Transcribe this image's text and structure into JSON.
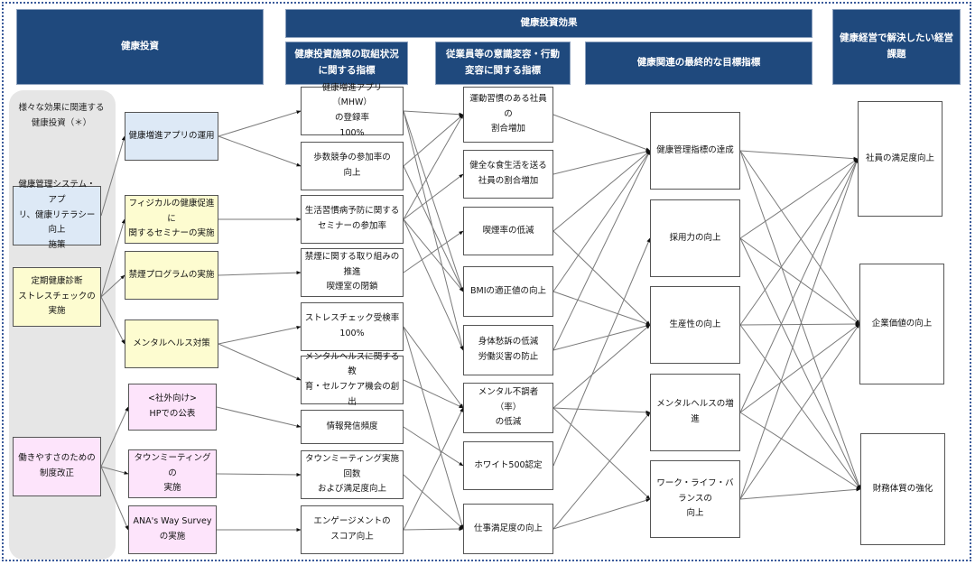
{
  "headers": {
    "investment": "健康投資",
    "effects": "健康投資効果",
    "measures_indicators": "健康投資施策の取組状況に関する指標",
    "awareness_indicators": "従業員等の意識変容・行動変容に関する指標",
    "final_indicators": "健康関連の最終的な目標指標",
    "management_issues": "健康経営で解決したい経営課題"
  },
  "gray_panel_label": "様々な効果に関連する\n健康投資（＊）",
  "colors": {
    "header_bg": "#1f497d",
    "blue_box": "#dde9f6",
    "yellow_box": "#fdfcd0",
    "pink_box": "#fde4fb",
    "panel_gray": "#e6e6e6"
  },
  "base_investments": [
    {
      "id": "B0",
      "label": "健康管理システム・アプ\nリ、健康リテラシー向上\n施策",
      "color": "blue"
    },
    {
      "id": "B1",
      "label": "定期健康診断\nストレスチェックの実施",
      "color": "yellow"
    },
    {
      "id": "B2",
      "label": "働きやすさのための\n制度改正",
      "color": "pink"
    }
  ],
  "investments": [
    {
      "id": "I0",
      "label": "健康増進アプリの運用",
      "color": "blue"
    },
    {
      "id": "I1",
      "label": "フィジカルの健康促進に\n関するセミナーの実施",
      "color": "yellow"
    },
    {
      "id": "I2",
      "label": "禁煙プログラムの実施",
      "color": "yellow"
    },
    {
      "id": "I3",
      "label": "メンタルヘルス対策",
      "color": "yellow"
    },
    {
      "id": "I4",
      "label": "<社外向け>\nHPでの公表",
      "color": "pink"
    },
    {
      "id": "I5",
      "label": "タウンミーティングの\n実施",
      "color": "pink"
    },
    {
      "id": "I6",
      "label": "ANA's Way  Survey\nの実施",
      "color": "pink"
    }
  ],
  "measure_indicators": [
    {
      "id": "M0",
      "label": "健康増進アプリ（MHW）\nの登録率\n100%"
    },
    {
      "id": "M1",
      "label": "歩数競争の参加率の\n向上"
    },
    {
      "id": "M2",
      "label": "生活習慣病予防に関する\nセミナーの参加率"
    },
    {
      "id": "M3",
      "label": "禁煙に関する取り組みの\n推進\n喫煙室の閉鎖"
    },
    {
      "id": "M4",
      "label": "ストレスチェック受検率\n100%"
    },
    {
      "id": "M5",
      "label": "メンタルヘルスに関する教\n育・セルフケア機会の創出"
    },
    {
      "id": "M6",
      "label": "情報発信頻度"
    },
    {
      "id": "M7",
      "label": "タウンミーティング実施回数\nおよび満足度向上"
    },
    {
      "id": "M8",
      "label": "エンゲージメントの\nスコア向上"
    }
  ],
  "awareness_indicators": [
    {
      "id": "E0",
      "label": "運動習慣のある社員の\n割合増加"
    },
    {
      "id": "E1",
      "label": "健全な食生活を送る\n社員の割合増加"
    },
    {
      "id": "E2",
      "label": "喫煙率の低減"
    },
    {
      "id": "E3",
      "label": "BMIの適正値の向上"
    },
    {
      "id": "E4",
      "label": "身体愁訴の低減\n労働災害の防止"
    },
    {
      "id": "E5",
      "label": "メンタル不調者（率）\nの低減"
    },
    {
      "id": "E6",
      "label": "ホワイト500認定"
    },
    {
      "id": "E7",
      "label": "仕事満足度の向上"
    }
  ],
  "final_indicators": [
    {
      "id": "G0",
      "label": "健康管理指標の達成"
    },
    {
      "id": "G1",
      "label": "採用力の向上"
    },
    {
      "id": "G2",
      "label": "生産性の向上"
    },
    {
      "id": "G3",
      "label": "メンタルヘルスの増進"
    },
    {
      "id": "G4",
      "label": "ワーク・ライフ・バランスの\n向上"
    }
  ],
  "management_issues": [
    {
      "id": "K0",
      "label": "社員の満足度向上"
    },
    {
      "id": "K1",
      "label": "企業価値の向上"
    },
    {
      "id": "K2",
      "label": "財務体質の強化"
    }
  ],
  "connections": [
    [
      "B0",
      "I0"
    ],
    [
      "B1",
      "I1"
    ],
    [
      "B1",
      "I2"
    ],
    [
      "B1",
      "I3"
    ],
    [
      "B2",
      "I4"
    ],
    [
      "B2",
      "I5"
    ],
    [
      "B2",
      "I6"
    ],
    [
      "I0",
      "M0"
    ],
    [
      "I0",
      "M1"
    ],
    [
      "I1",
      "M2"
    ],
    [
      "I2",
      "M3"
    ],
    [
      "I3",
      "M4"
    ],
    [
      "I3",
      "M5"
    ],
    [
      "I4",
      "M6"
    ],
    [
      "I5",
      "M7"
    ],
    [
      "I6",
      "M8"
    ],
    [
      "M0",
      "E0"
    ],
    [
      "M0",
      "E3"
    ],
    [
      "M0",
      "E4"
    ],
    [
      "M1",
      "E0"
    ],
    [
      "M1",
      "E3"
    ],
    [
      "M2",
      "E0"
    ],
    [
      "M2",
      "E1"
    ],
    [
      "M2",
      "E3"
    ],
    [
      "M2",
      "E4"
    ],
    [
      "M3",
      "E2"
    ],
    [
      "M4",
      "E5"
    ],
    [
      "M4",
      "E7"
    ],
    [
      "M5",
      "E5"
    ],
    [
      "M6",
      "E6"
    ],
    [
      "M7",
      "E7"
    ],
    [
      "M8",
      "E5"
    ],
    [
      "M8",
      "E7"
    ],
    [
      "E0",
      "G0"
    ],
    [
      "E1",
      "G0"
    ],
    [
      "E2",
      "G0"
    ],
    [
      "E2",
      "G2"
    ],
    [
      "E3",
      "G0"
    ],
    [
      "E3",
      "G2"
    ],
    [
      "E4",
      "G0"
    ],
    [
      "E4",
      "G2"
    ],
    [
      "E5",
      "G2"
    ],
    [
      "E5",
      "G3"
    ],
    [
      "E5",
      "G4"
    ],
    [
      "E6",
      "G1"
    ],
    [
      "E7",
      "G3"
    ],
    [
      "E7",
      "G4"
    ],
    [
      "G0",
      "K0"
    ],
    [
      "G0",
      "K1"
    ],
    [
      "G0",
      "K2"
    ],
    [
      "G1",
      "K0"
    ],
    [
      "G1",
      "K1"
    ],
    [
      "G1",
      "K2"
    ],
    [
      "G2",
      "K0"
    ],
    [
      "G2",
      "K1"
    ],
    [
      "G2",
      "K2"
    ],
    [
      "G3",
      "K0"
    ],
    [
      "G3",
      "K1"
    ],
    [
      "G3",
      "K2"
    ],
    [
      "G4",
      "K0"
    ],
    [
      "G4",
      "K1"
    ],
    [
      "G4",
      "K2"
    ]
  ]
}
